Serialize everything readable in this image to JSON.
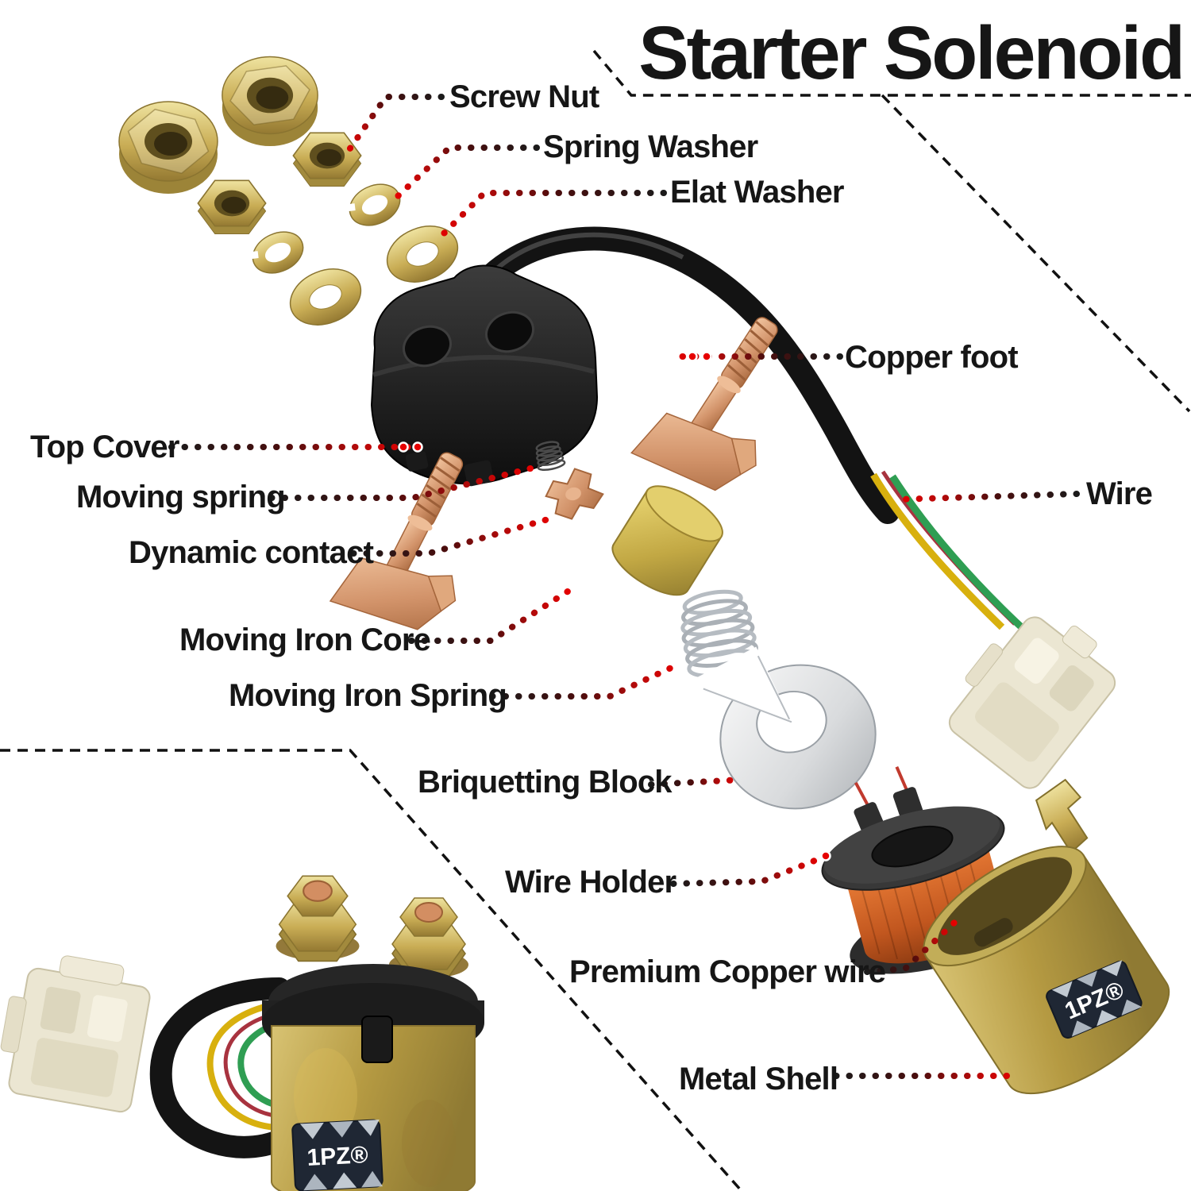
{
  "title": "Starter Solenoid",
  "brand": "1PZ®",
  "labels": {
    "screw_nut": "Screw Nut",
    "spring_washer": "Spring Washer",
    "elat_washer": "Elat Washer",
    "copper_foot": "Copper foot",
    "top_cover": "Top Cover",
    "moving_spring": "Moving spring",
    "dynamic_contact": "Dynamic contact",
    "wire": "Wire",
    "moving_iron_core": "Moving Iron Core",
    "moving_iron_spring": "Moving Iron Spring",
    "briquetting_block": "Briquetting Block",
    "wire_holder": "Wire Holder",
    "premium_copper_wire": "Premium Copper wire",
    "metal_shell": "Metal Shell"
  },
  "colors": {
    "background": "#ffffff",
    "label_ink": "#161616",
    "divider": "#111111",
    "leader_black": "#1b1b1b",
    "leader_red": "#e60000",
    "brass": "#c9ad55",
    "copper": "#d2936a",
    "coil_orange": "#d2622a",
    "wire_yellow": "#d8b00e",
    "wire_green": "#2f9e53",
    "wire_red": "#a8333f",
    "connector_cream": "#ebe6d2",
    "sticker_navy": "#1f2734"
  }
}
